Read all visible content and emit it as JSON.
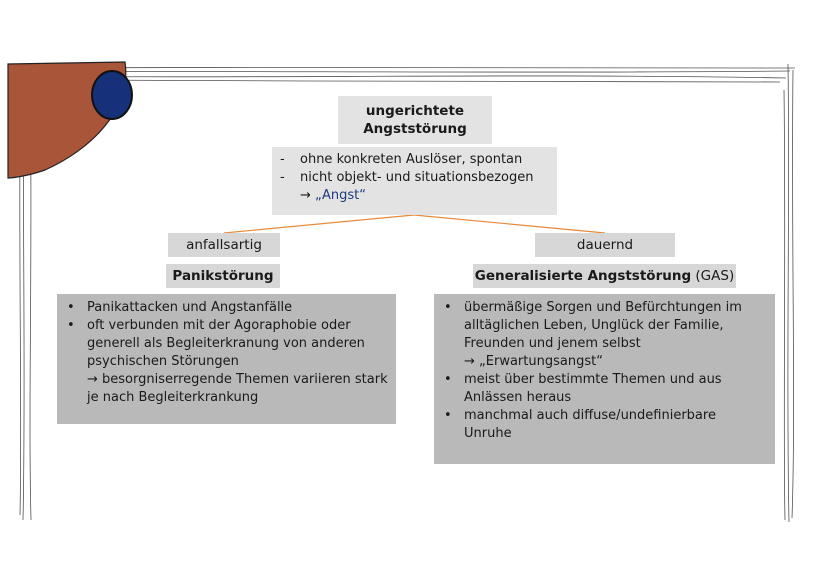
{
  "root": {
    "title_line1": "ungerichtete",
    "title_line2": "Angststörung",
    "desc_items": [
      "ohne konkreten Auslöser, spontan",
      "nicht objekt- und situationsbezogen"
    ],
    "desc_arrow_prefix": "→ ",
    "desc_arrow_text": "„Angst“"
  },
  "left_branch": {
    "label": "anfallsartig",
    "heading": "Panikstörung",
    "items": [
      "Panikattacken und Angstanfälle",
      "oft verbunden mit der Agoraphobie oder generell als Begleiterkranung von anderen psychischen Störungen"
    ],
    "arrow_text": "→ besorgniserregende Themen variieren stark je nach Begleiterkrankung"
  },
  "right_branch": {
    "label": "dauernd",
    "heading": "Generalisierte Angststörung",
    "heading_suffix": " (GAS)",
    "item1": "übermäßige Sorgen und Befürchtungen im alltäglichen Leben, Unglück der Familie, Freunden und jenem selbst",
    "item1_arrow": "→ „Erwartungsangst“",
    "item2": "meist über bestimmte Themen und aus Anlässen heraus",
    "item3": "manchmal auch diffuse/undefinierbare Unruhe"
  },
  "colors": {
    "connector": "#e8893a",
    "pin_outer": "#a9553a",
    "pin_inner": "#17307a",
    "angst_text": "#1f3a7a"
  }
}
